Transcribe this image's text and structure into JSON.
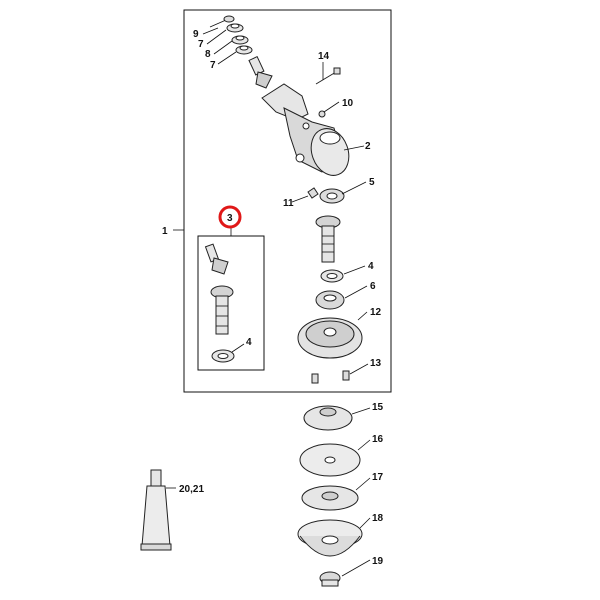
{
  "callouts": {
    "c1": "1",
    "c2": "2",
    "c3": "3",
    "c4a": "4",
    "c4b": "4",
    "c5": "5",
    "c6": "6",
    "c7a": "7",
    "c7b": "7",
    "c8": "8",
    "c9": "9",
    "c10": "10",
    "c11": "11",
    "c12": "12",
    "c13": "13",
    "c14": "14",
    "c15": "15",
    "c16": "16",
    "c17": "17",
    "c18": "18",
    "c19": "19",
    "c2021": "20,21"
  },
  "highlight": {
    "callout": "3",
    "color": "#e01818"
  },
  "colors": {
    "line": "#111111",
    "part_fill": "#e9e9e9",
    "part_shade": "#bfbfbf"
  }
}
